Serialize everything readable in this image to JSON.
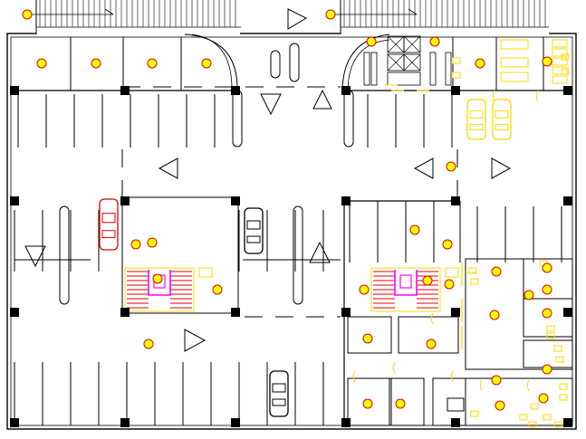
{
  "drawing": {
    "kind": "parking-level floor plan (CAD)",
    "background": "#ffffff",
    "colors": {
      "walls": "#000000",
      "columns": "#000000",
      "lights": "#e00000",
      "light_fill": "#ffff00",
      "fixtures": "#ffd800",
      "stair_core": "#e00000",
      "lift_core": "#ff00ff",
      "car_outline_black": "#000000",
      "car_outline_red": "#e00000",
      "car_outline_yellow": "#ffd800"
    },
    "counts": {
      "structural_columns": 24,
      "cars_drawn": 5,
      "stair_cores": 2,
      "ramps": 2,
      "traffic_direction_arrows": 11
    },
    "legend": []
  }
}
